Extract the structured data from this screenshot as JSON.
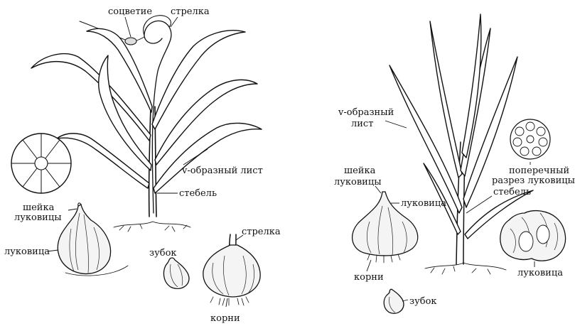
{
  "left_panel": {
    "labels": {
      "inflorescence": "соцветие",
      "scape_top": "стрелка",
      "v_leaf": "v-образный лист",
      "stem": "стебель",
      "bulb_neck": [
        "шейка",
        "луковицы"
      ],
      "bulb": "луковица",
      "clove": "зубок",
      "scape_bulb": "стрелка",
      "roots": "корни"
    }
  },
  "right_panel": {
    "labels": {
      "v_leaf": [
        "v-образный",
        "лист"
      ],
      "cross_section": [
        "поперечный",
        "разрез луковицы"
      ],
      "bulb_neck": [
        "шейка",
        "луковицы"
      ],
      "bulb_left": "луковица",
      "stem": "стебель",
      "roots": "корни",
      "bulb_right": "луковица",
      "clove": "зубок"
    }
  },
  "colors": {
    "ink": "#111111",
    "paper": "#ffffff"
  }
}
